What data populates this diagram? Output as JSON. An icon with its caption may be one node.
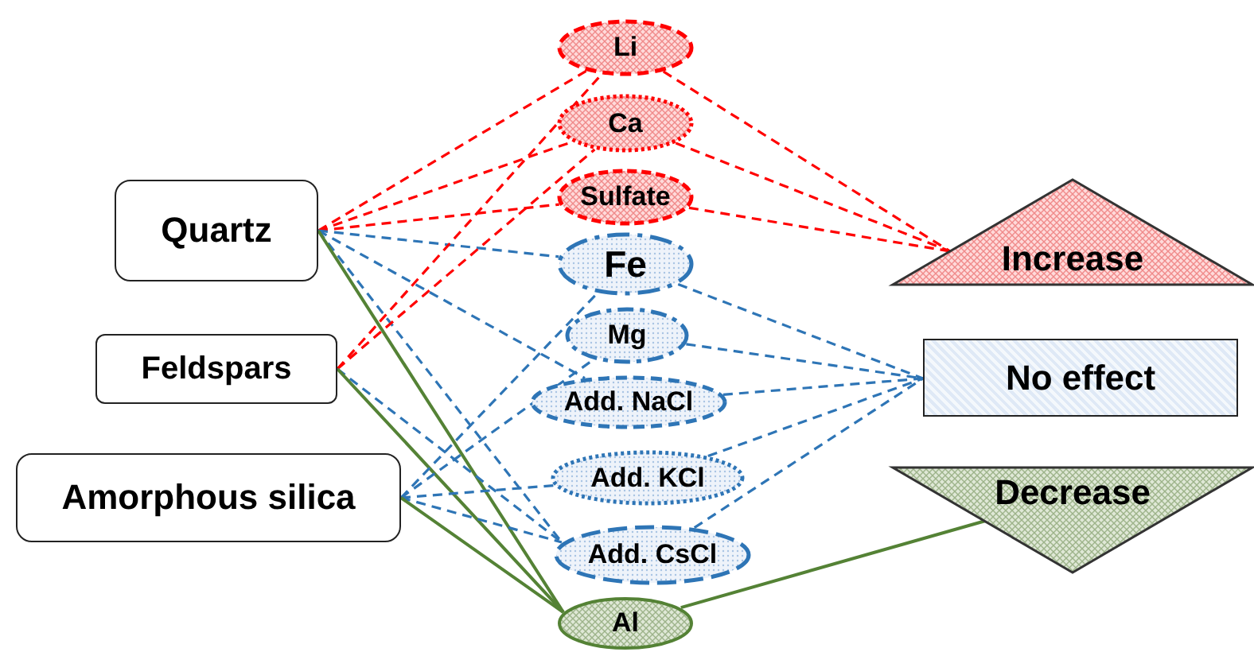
{
  "diagram": {
    "nodes": [
      {
        "text": [
          "Quartz"
        ]
      },
      {
        "text": [
          "Feldspars"
        ]
      },
      {
        "text": [
          "Amorphous silica"
        ]
      },
      {
        "text": [
          "Li"
        ]
      },
      {
        "text": [
          "Ca"
        ]
      },
      {
        "text": [
          "Sulfate"
        ]
      },
      {
        "text": [
          "Fe"
        ]
      },
      {
        "text": [
          "Mg"
        ]
      },
      {
        "text": [
          "Add. NaCl"
        ]
      },
      {
        "text": [
          "Add. KCl"
        ]
      },
      {
        "text": [
          "Add. CsCl"
        ]
      },
      {
        "text": [
          "Al"
        ]
      },
      {
        "text": [
          "Increase"
        ]
      },
      {
        "text": [
          "No effect"
        ]
      },
      {
        "text": [
          "Decrease"
        ]
      }
    ],
    "edges": [
      {
        "from": 0,
        "to": 3,
        "arrow": "none",
        "style": "dashed",
        "color": "#ff0000"
      },
      {
        "from": 0,
        "to": 4,
        "arrow": "none",
        "style": "dashed",
        "color": "#ff0000"
      },
      {
        "from": 0,
        "to": 5,
        "arrow": "none",
        "style": "dashed",
        "color": "#ff0000"
      },
      {
        "from": 0,
        "to": 6,
        "arrow": "none",
        "style": "dashed"
      },
      {
        "from": 0,
        "to": 8,
        "arrow": "none",
        "style": "dashed"
      },
      {
        "from": 0,
        "to": 10,
        "arrow": "none",
        "style": "dashed"
      },
      {
        "from": 0,
        "to": 11,
        "arrow": "none",
        "color": "#548235"
      },
      {
        "from": 1,
        "to": 3,
        "arrow": "none",
        "style": "dashed",
        "color": "#ff0000"
      },
      {
        "from": 1,
        "to": 4,
        "arrow": "none",
        "style": "dashed",
        "color": "#ff0000"
      },
      {
        "from": 1,
        "to": 10,
        "arrow": "none",
        "style": "dashed"
      },
      {
        "from": 1,
        "to": 11,
        "arrow": "none",
        "color": "#548235"
      },
      {
        "from": 2,
        "to": 6,
        "arrow": "none",
        "style": "dashed"
      },
      {
        "from": 2,
        "to": 7,
        "arrow": "none",
        "style": "dashed"
      },
      {
        "from": 2,
        "to": 9,
        "arrow": "none",
        "style": "dashed"
      },
      {
        "from": 2,
        "to": 10,
        "arrow": "none",
        "style": "dashed"
      },
      {
        "from": 2,
        "to": 11,
        "arrow": "none",
        "color": "#548235"
      },
      {
        "from": 3,
        "to": 12,
        "arrow": "none",
        "style": "dashed",
        "color": "#ff0000"
      },
      {
        "from": 4,
        "to": 12,
        "arrow": "none",
        "style": "dashed",
        "color": "#ff0000"
      },
      {
        "from": 5,
        "to": 12,
        "arrow": "none",
        "style": "dashed",
        "color": "#ff0000"
      },
      {
        "from": 6,
        "to": 13,
        "arrow": "none",
        "style": "dashed"
      },
      {
        "from": 7,
        "to": 13,
        "arrow": "none",
        "style": "dashed"
      },
      {
        "from": 8,
        "to": 13,
        "arrow": "none",
        "style": "dashed"
      },
      {
        "from": 9,
        "to": 13,
        "arrow": "none",
        "style": "dashed"
      },
      {
        "from": 10,
        "to": 13,
        "arrow": "none",
        "style": "dashed"
      },
      {
        "from": 11,
        "to": 14,
        "arrow": "none",
        "color": "#548235"
      }
    ]
  }
}
